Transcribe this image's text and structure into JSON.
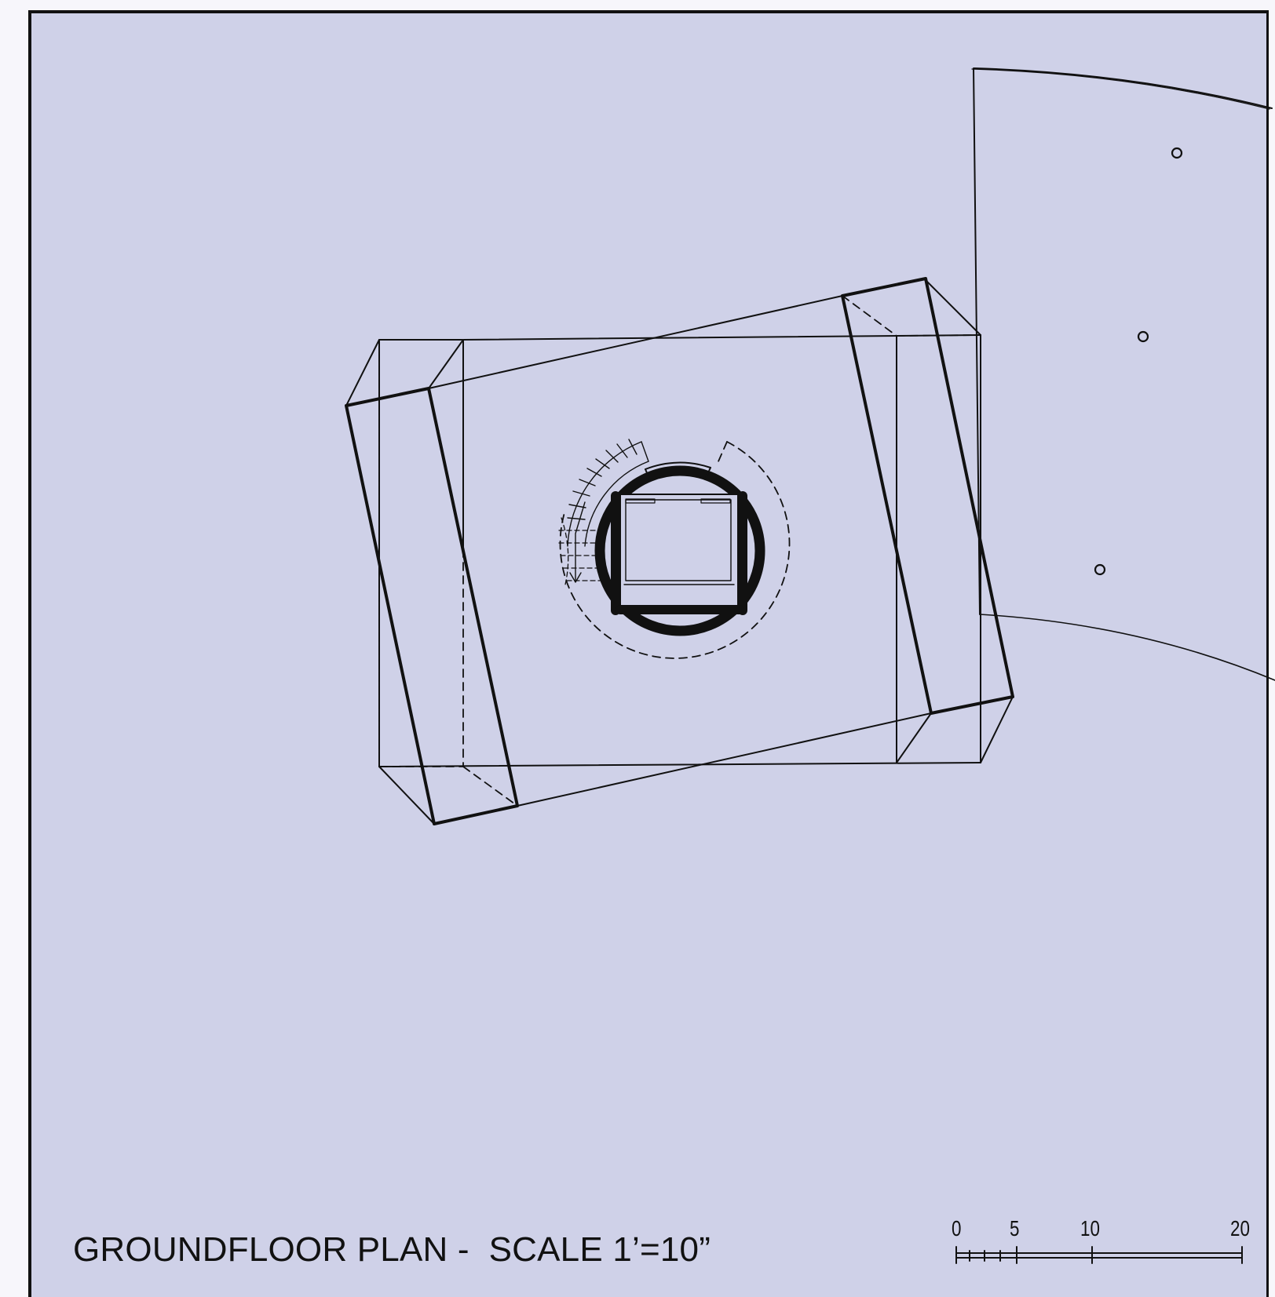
{
  "drawing": {
    "title": "GROUNDFLOOR PLAN -  SCALE 1’=10”",
    "scale_bar": {
      "labels": [
        "0",
        "5",
        "10",
        "20"
      ],
      "values": [
        0,
        5,
        10,
        20
      ]
    }
  },
  "colors": {
    "background": "#cfd1e8",
    "ink": "#111111"
  }
}
